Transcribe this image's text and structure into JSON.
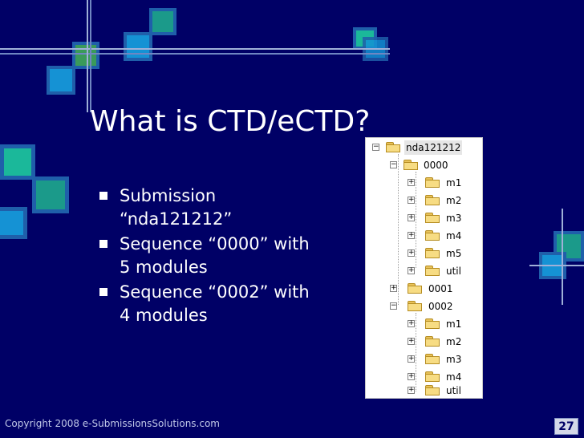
{
  "title": "What is CTD/eCTD?",
  "bullets": [
    "Submission “nda121212”",
    "Sequence “0000” with 5 modules",
    "Sequence “0002” with 4 modules"
  ],
  "tree": {
    "root": "nda121212",
    "seq_0000": "0000",
    "seq_0000_children": [
      "m1",
      "m2",
      "m3",
      "m4",
      "m5",
      "util"
    ],
    "seq_0001": "0001",
    "seq_0002": "0002",
    "seq_0002_children": [
      "m1",
      "m2",
      "m3",
      "m4",
      "util"
    ]
  },
  "footer": "Copyright 2008 e-SubmissionsSolutions.com",
  "page_number": "27",
  "colors": {
    "background": "#000066",
    "accent_teal": "#00a08a",
    "accent_blue": "#0096d6",
    "accent_green": "#2e9e5a"
  }
}
